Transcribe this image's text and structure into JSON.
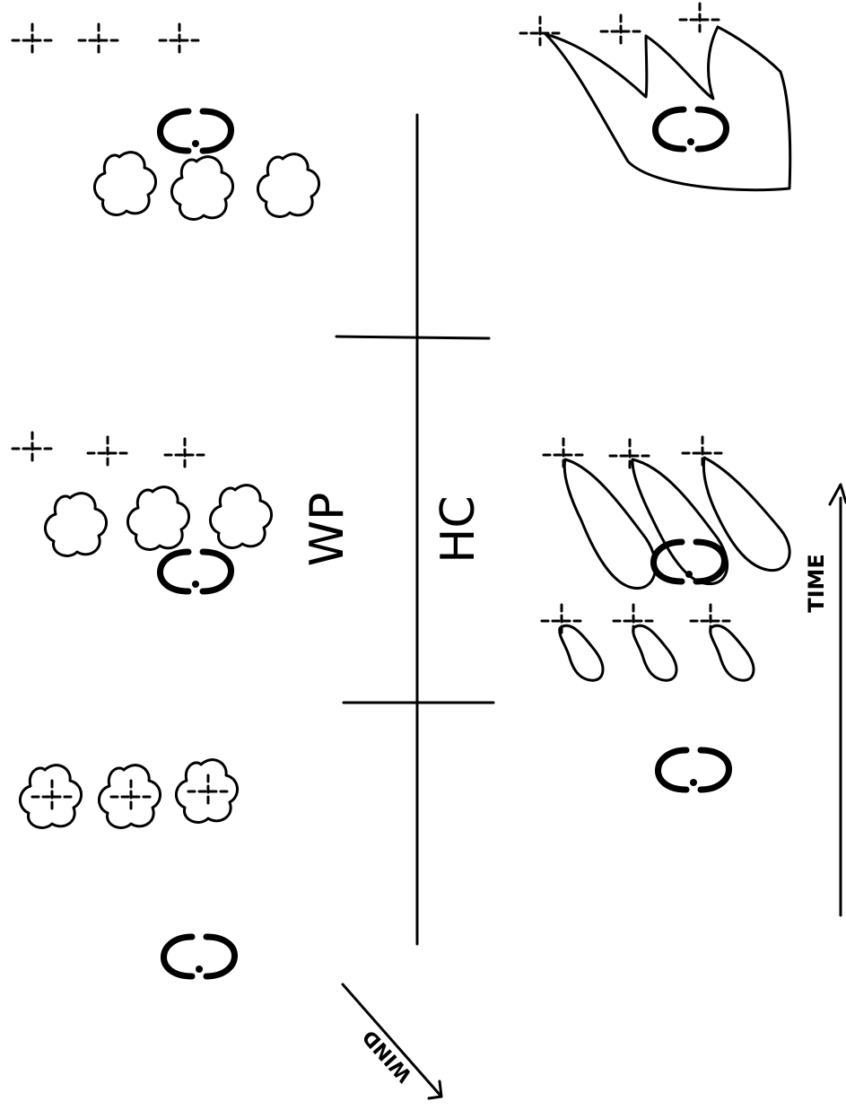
{
  "labels": {
    "wp": "WP",
    "hc": "HC",
    "time": "TIME",
    "wind": "WIND"
  },
  "panels": {
    "wp": [
      "wp-early",
      "wp-middle",
      "wp-late"
    ],
    "hc": [
      "hc-early",
      "hc-middle",
      "hc-late"
    ]
  },
  "colors": {
    "ink": "#000000",
    "background": "#ffffff"
  }
}
